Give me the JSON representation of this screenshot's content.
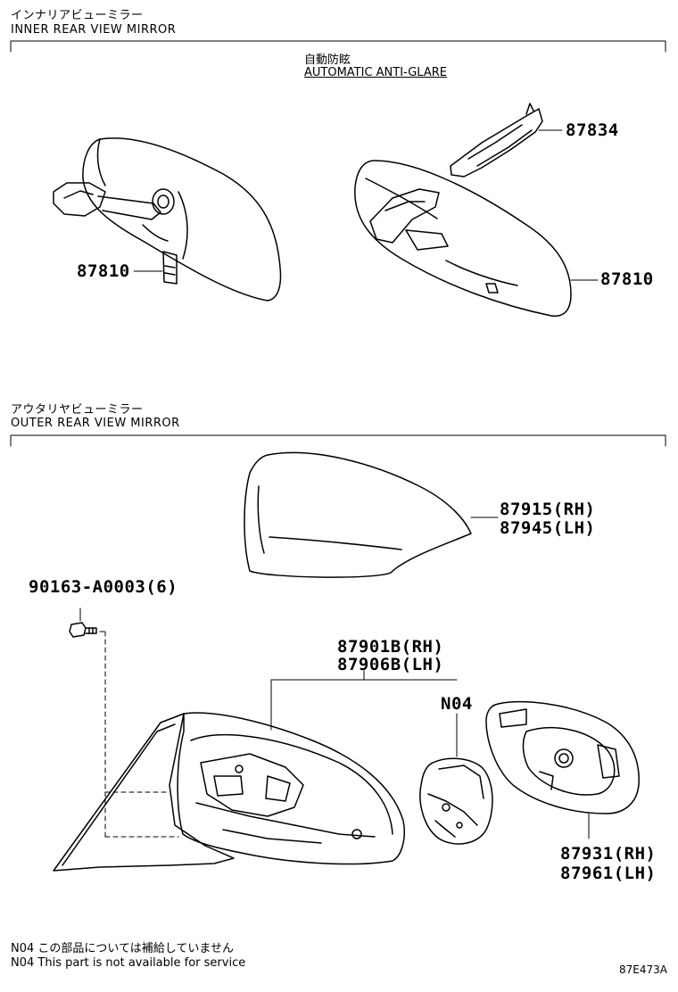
{
  "sections": {
    "inner": {
      "title_jp": "インナリアビューミラー",
      "title_en": "INNER REAR VIEW MIRROR",
      "sub_jp": "自動防眩",
      "sub_en": "AUTOMATIC ANTI-GLARE"
    },
    "outer": {
      "title_jp": "アウタリヤビューミラー",
      "title_en": "OUTER REAR VIEW MIRROR"
    }
  },
  "parts": {
    "p87834": "87834",
    "p87810_left": "87810",
    "p87810_right": "87810",
    "p87915": "87915(RH)",
    "p87945": "87945(LH)",
    "p90163": "90163-A0003(6)",
    "p87901": "87901B(RH)",
    "p87906": "87906B(LH)",
    "pN04": "N04",
    "p87931": "87931(RH)",
    "p87961": "87961(LH)"
  },
  "notes": {
    "jp": "N04 この部品については補給していません",
    "en": "N04 This part is not available for service",
    "diagram_code": "87E473A"
  }
}
